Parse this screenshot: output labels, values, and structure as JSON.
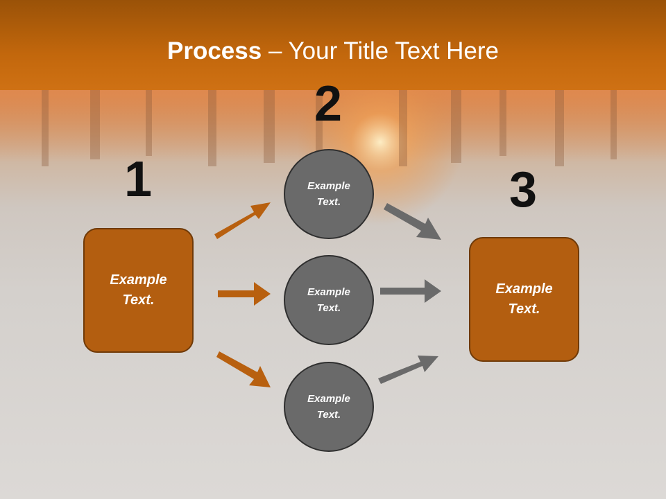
{
  "title": {
    "bold": "Process",
    "rest": " – Your Title Text Here"
  },
  "steps": {
    "one": "1",
    "two": "2",
    "three": "3"
  },
  "left_box": {
    "line1": "Example",
    "line2": "Text."
  },
  "right_box": {
    "line1": "Example",
    "line2": "Text."
  },
  "circles": [
    {
      "line1": "Example",
      "line2": "Text."
    },
    {
      "line1": "Example",
      "line2": "Text."
    },
    {
      "line1": "Example",
      "line2": "Text."
    }
  ],
  "colors": {
    "orange_arrow": "#b8600f",
    "gray_arrow": "#6a6a6a",
    "box_fill": "#b35e10",
    "circle_fill": "#6a6a6a"
  }
}
